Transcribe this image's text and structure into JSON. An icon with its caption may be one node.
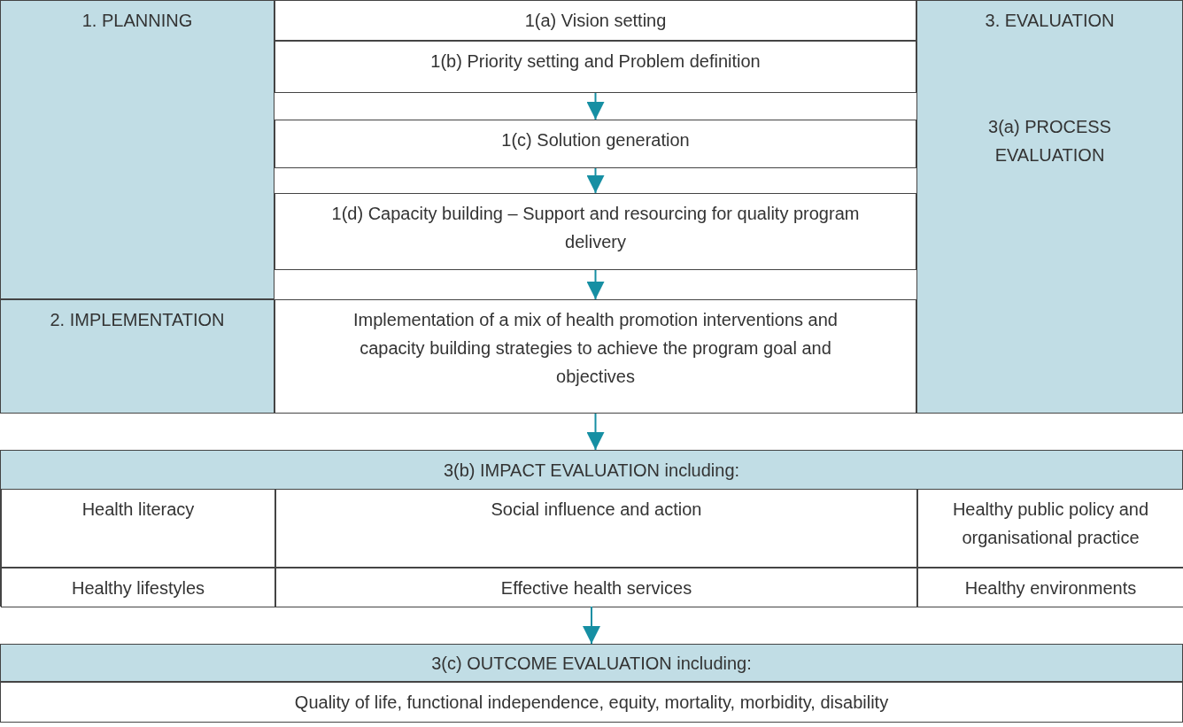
{
  "diagram": {
    "nodes": [
      {
        "text": [
          "1. PLANNING"
        ]
      },
      {
        "text": [
          "1(a) Vision setting"
        ]
      },
      {
        "text": [
          "3. EVALUATION",
          "3(a) PROCESS EVALUATION"
        ]
      },
      {
        "text": [
          "1(b) Priority setting and Problem definition"
        ]
      },
      {
        "text": [
          "1(c) Solution generation"
        ]
      },
      {
        "text": [
          "1(d) Capacity building – Support and resourcing for quality program delivery"
        ]
      },
      {
        "text": [
          "2. IMPLEMENTATION"
        ]
      },
      {
        "text": [
          "Implementation of a mix of health promotion interventions and capacity building strategies to achieve the program goal and objectives"
        ]
      },
      {
        "text": [
          "3(b) IMPACT EVALUATION including:"
        ]
      },
      {
        "text": [
          "Health literacy"
        ],
        "in": 8
      },
      {
        "text": [
          "Social influence and action"
        ],
        "in": 8
      },
      {
        "text": [
          "Healthy public policy and organisational practice"
        ],
        "in": 8
      },
      {
        "text": [
          "Healthy lifestyles"
        ],
        "in": 8
      },
      {
        "text": [
          "Effective health services"
        ],
        "in": 8
      },
      {
        "text": [
          "Healthy environments"
        ],
        "in": 8
      },
      {
        "text": [
          "3(c) OUTCOME EVALUATION including:"
        ]
      },
      {
        "text": [
          "Quality of life, functional independence, equity, mortality, morbidity, disability"
        ]
      }
    ],
    "edges": [
      {
        "from": 3,
        "to": 4,
        "arrow": "to"
      },
      {
        "from": 4,
        "to": 5,
        "arrow": "to"
      },
      {
        "from": 5,
        "to": 7,
        "arrow": "to"
      },
      {
        "from": 7,
        "to": 8,
        "arrow": "to"
      },
      {
        "from": 8,
        "to": 15,
        "arrow": "to"
      }
    ]
  }
}
